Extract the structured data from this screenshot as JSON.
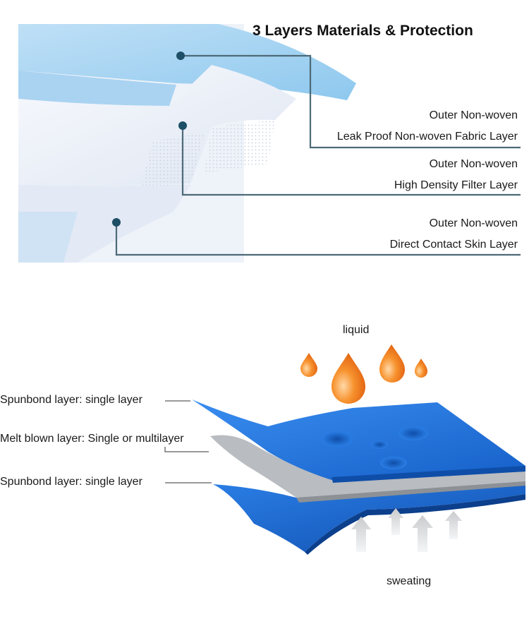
{
  "top": {
    "title": "3 Layers Materials & Protection",
    "layers": [
      {
        "line1": "Outer Non-woven",
        "line2": "Leak Proof Non-woven Fabric Layer"
      },
      {
        "line1": "Outer Non-woven",
        "line2": "High Density Filter Layer"
      },
      {
        "line1": "Outer Non-woven",
        "line2": "Direct Contact Skin Layer"
      }
    ]
  },
  "bottom": {
    "liquid_label": "liquid",
    "sweating_label": "sweating",
    "layers": [
      "Spunbond layer: single layer",
      "Melt blown layer: Single or multilayer",
      "Spunbond layer: single layer"
    ]
  },
  "colors": {
    "leader_line": "#4d6a78",
    "dot": "#1d4f66",
    "fabric_blue": "#1f6fd8",
    "melt_gray": "#b9bcc0",
    "droplet": "#f07a1e"
  }
}
